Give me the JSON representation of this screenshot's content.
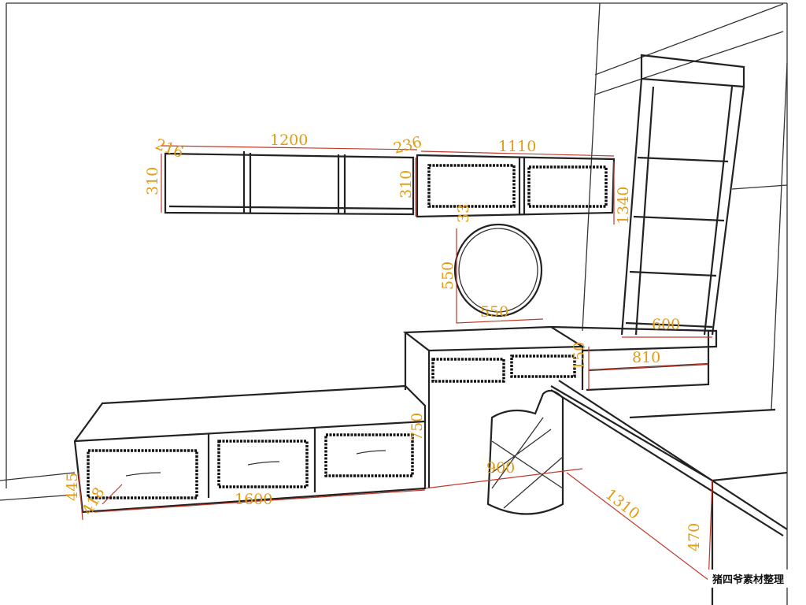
{
  "diagram": {
    "title": "Bedroom cabinet, dressing table and desk elevation with dimensions (mm)",
    "colors": {
      "line": "#222222",
      "dimension_line": "#c0392b",
      "label": "#e49b0f"
    },
    "dimensions": {
      "shelf_left_depth": "216",
      "shelf_width": "1200",
      "shelf_right_depth": "236",
      "cabinet_width": "1110",
      "shelf_height": "310",
      "cabinet_height": "310",
      "bookcase_height": "1340",
      "mirror_offset": "33",
      "mirror_height": "550",
      "mirror_width": "550",
      "top_shelf_width": "600",
      "drawer_height": "150",
      "desk_niche_width": "810",
      "tv_cabinet_height": "750",
      "stool_span": "900",
      "desk_length": "1310",
      "desk_depth": "470",
      "low_cabinet_height": "445",
      "low_cabinet_depth": "418",
      "low_cabinet_width": "1600"
    },
    "watermark": "猪四爷素材整理"
  }
}
